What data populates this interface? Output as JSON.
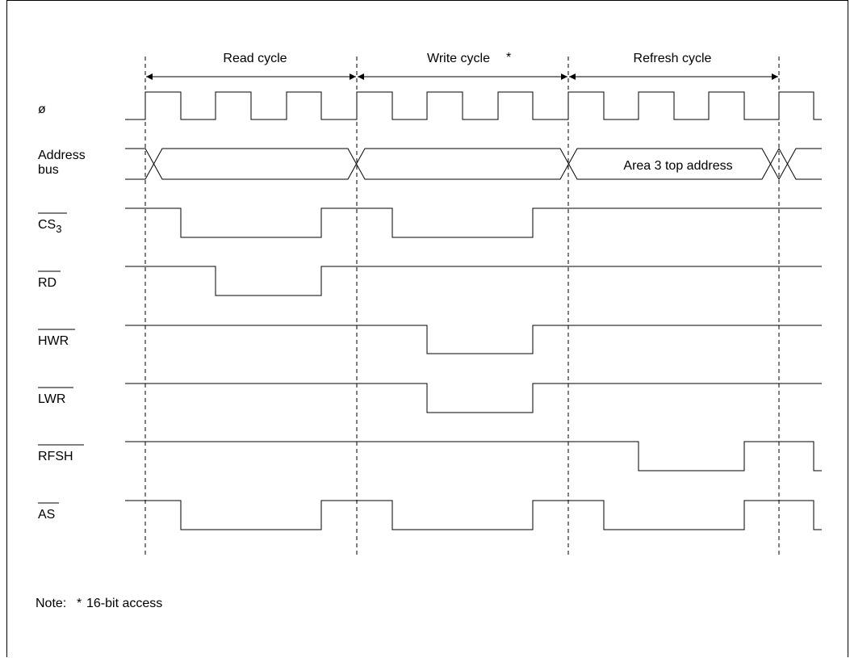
{
  "cycles": [
    {
      "label": "Read cycle"
    },
    {
      "label": "Write cycle",
      "marker": "*"
    },
    {
      "label": "Refresh cycle"
    }
  ],
  "signals": {
    "clock": "ø",
    "address_line1": "Address",
    "address_line2": "bus",
    "address_value": "Area 3 top address",
    "cs3_base": "CS",
    "cs3_sub": "3",
    "rd": "RD",
    "hwr": "HWR",
    "lwr": "LWR",
    "rfsh": "RFSH",
    "as": "AS"
  },
  "note": {
    "prefix": "Note:",
    "marker": "*",
    "text": "16-bit access"
  }
}
